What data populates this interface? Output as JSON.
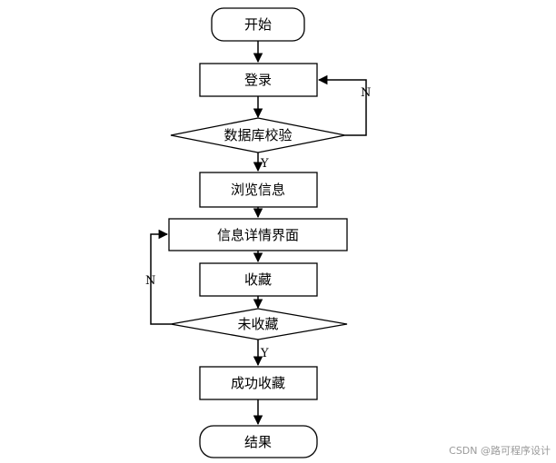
{
  "nodes": {
    "start": "开始",
    "login": "登录",
    "db_check": "数据库校验",
    "browse": "浏览信息",
    "detail": "信息详情界面",
    "favorite": "收藏",
    "not_favorited": "未收藏",
    "success": "成功收藏",
    "end": "结果"
  },
  "edges": {
    "db_check_no": "N",
    "db_check_yes": "Y",
    "not_favorited_no": "N",
    "not_favorited_yes": "Y"
  },
  "watermark": "CSDN @路可程序设计"
}
